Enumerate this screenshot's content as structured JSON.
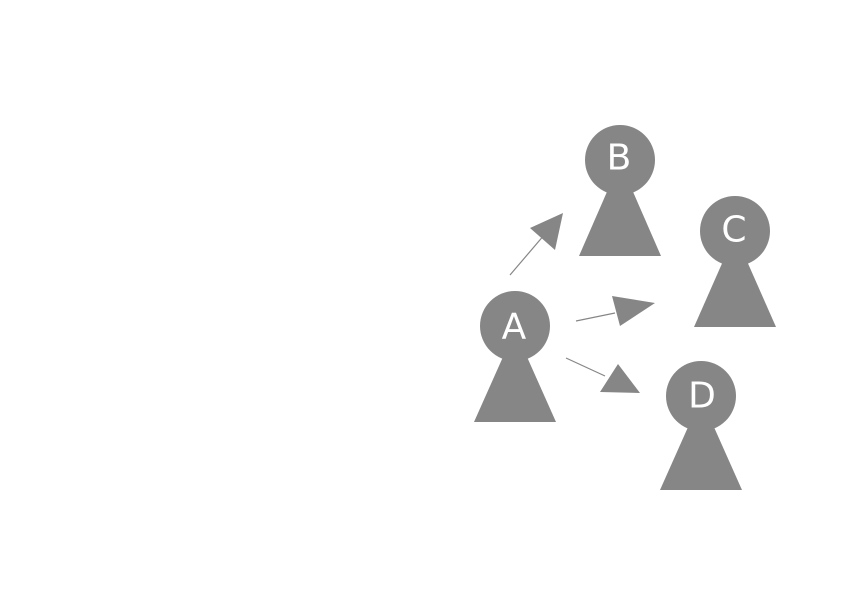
{
  "nodes": [
    {
      "id": "A",
      "label": "A"
    },
    {
      "id": "B",
      "label": "B"
    },
    {
      "id": "C",
      "label": "C"
    },
    {
      "id": "D",
      "label": "D"
    }
  ],
  "edges": [
    {
      "from": "A",
      "to": "B"
    },
    {
      "from": "A",
      "to": "C"
    },
    {
      "from": "A",
      "to": "D"
    }
  ],
  "colors": {
    "figure": "#868686",
    "label": "#ffffff",
    "background": "#ffffff"
  }
}
